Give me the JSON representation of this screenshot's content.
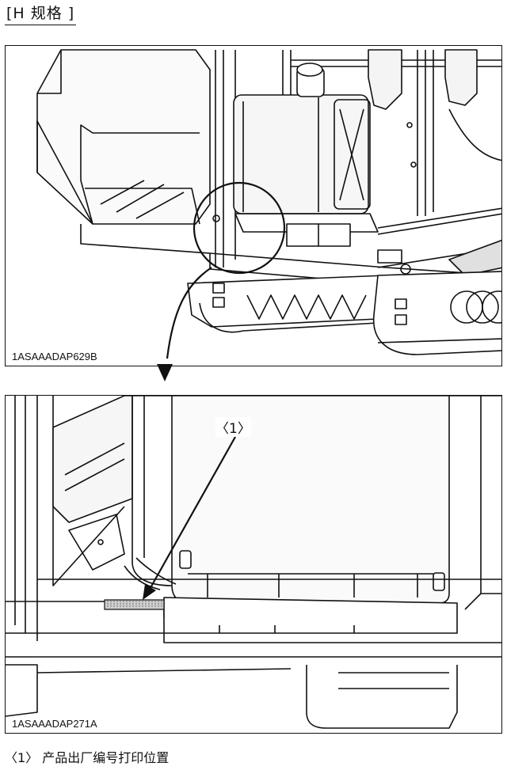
{
  "header": {
    "title": "[H 规格 ]"
  },
  "figures": [
    {
      "code": "1ASAAADAP629B"
    },
    {
      "code": "1ASAAADAP271A",
      "callout": "〈1〉"
    }
  ],
  "caption": {
    "text": "〈1〉 产品出厂编号打印位置"
  }
}
